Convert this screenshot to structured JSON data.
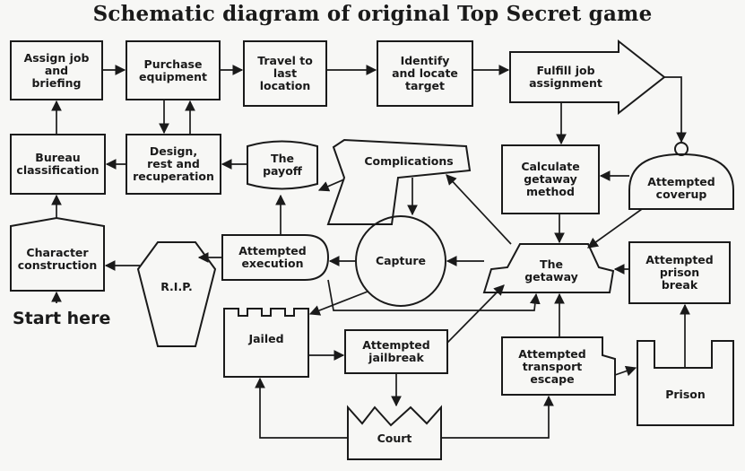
{
  "title": "Schematic diagram of original Top Secret game",
  "nodes": {
    "assign": "Assign job\nand\nbriefing",
    "purchase": "Purchase\nequipment",
    "travel": "Travel to\nlast\nlocation",
    "identify": "Identify\nand locate\ntarget",
    "fulfill": "Fulfill job\nassignment",
    "bureau": "Bureau\nclassification",
    "design": "Design,\nrest and\nrecuperation",
    "payoff": "The\npayoff",
    "complications": "Complications",
    "calculate": "Calculate\ngetaway\nmethod",
    "coverup": "Attempted\ncoverup",
    "character": "Character\nconstruction",
    "rip": "R.I.P.",
    "execution": "Attempted\nexecution",
    "capture": "Capture",
    "getaway": "The\ngetaway",
    "prison_break": "Attempted\nprison\nbreak",
    "jailed": "Jailed",
    "jailbreak": "Attempted\njailbreak",
    "transport": "Attempted\ntransport\nescape",
    "prison": "Prison",
    "court": "Court"
  },
  "start_label": "Start here"
}
